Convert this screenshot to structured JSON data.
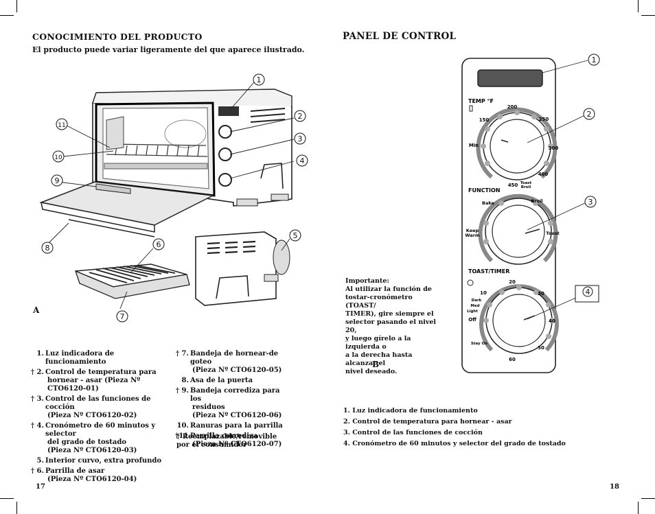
{
  "left_page": {
    "heading": "CONOCIMIENTO DEL PRODUCTO",
    "subheading": "El producto puede variar ligeramente del que aparece ilustrado.",
    "figure_letter": "A",
    "callouts": [
      "1",
      "2",
      "3",
      "4",
      "5",
      "6",
      "7",
      "8",
      "9",
      "10",
      "11"
    ],
    "parts_col1": [
      {
        "num": "1.",
        "lines": [
          "Luz indicadora de funcionamiento"
        ]
      },
      {
        "num": "† 2.",
        "lines": [
          "Control de temperatura para",
          "hornear - asar (Pieza Nº CTO6120-01)"
        ]
      },
      {
        "num": "† 3.",
        "lines": [
          "Control de las funciones de cocción",
          "(Pieza Nº CTO6120-02)"
        ]
      },
      {
        "num": "† 4.",
        "lines": [
          "Cronómetro de 60 minutos y selector",
          "del grado de tostado",
          "(Pieza Nº CTO6120-03)"
        ]
      },
      {
        "num": "5.",
        "lines": [
          "Interior curvo, extra profundo"
        ]
      },
      {
        "num": "† 6.",
        "lines": [
          "Parrilla de asar",
          "(Pieza Nº CTO6120-04)"
        ]
      }
    ],
    "parts_col2": [
      {
        "num": "† 7.",
        "lines": [
          "Bandeja de hornear-de goteo",
          "(Pieza Nº CTO6120-05)"
        ]
      },
      {
        "num": "8.",
        "lines": [
          "Asa de la puerta"
        ]
      },
      {
        "num": "† 9.",
        "lines": [
          "Bandeja corrediza para los",
          "residuos",
          "(Pieza Nº CTO6120-06)"
        ]
      },
      {
        "num": "10.",
        "lines": [
          "Ranuras para la parrilla"
        ]
      },
      {
        "num": "†11.",
        "lines": [
          "Parrilla corrediza",
          "(Pieza Nº CTO6120-07)"
        ]
      }
    ],
    "footnote": "† Reemplazable/removible por el consumidor",
    "page_number": "17"
  },
  "right_page": {
    "heading": "PANEL DE CONTROL",
    "figure_letter": "B",
    "callouts": [
      "1",
      "2",
      "3",
      "4"
    ],
    "important_title": "Importante:",
    "important_lines": [
      "Al utilizar la función de",
      "tostar-cronómetro (TOAST/",
      "TIMER), gire siempre el",
      "selector pasando el nivel 20,",
      "y luego gírelo a la izquierda o",
      "a la derecha hasta alcanzar el",
      "nivel deseado."
    ],
    "panel": {
      "temp_label": "TEMP °F",
      "temp_marks": [
        "150",
        "200",
        "250",
        "300",
        "400",
        "Min",
        "450",
        "Toast",
        "Broil"
      ],
      "function_label": "FUNCTION",
      "function_marks": [
        "Bake",
        "Broil",
        "Keep",
        "Warm",
        "Toast"
      ],
      "timer_label": "TOAST/TIMER",
      "timer_marks": [
        "10",
        "20",
        "30",
        "40",
        "50",
        "60",
        "Dark",
        "Med",
        "Light",
        "Off",
        "Stay On"
      ]
    },
    "legend": [
      "1.  Luz indicadora de funcionamiento",
      "2.  Control de temperatura para hornear - asar",
      "3.  Control de las funciones de cocción",
      "4.  Cronómetro de 60 minutos y selector del grado de tostado"
    ],
    "page_number": "18"
  }
}
